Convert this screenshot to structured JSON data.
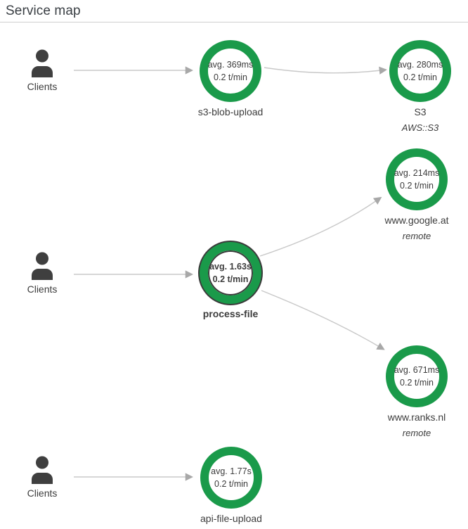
{
  "header": {
    "title": "Service map"
  },
  "colors": {
    "healthy_ring_green": "#1a9a4a",
    "edge_line": "#c8c8c8",
    "arrowhead": "#a8a8a8",
    "selected_outline": "#3a3a3a",
    "text": "#3c3c3c",
    "divider": "#cfcfcf"
  },
  "clients": [
    {
      "label": "Clients"
    },
    {
      "label": "Clients"
    },
    {
      "label": "Clients"
    }
  ],
  "nodes": [
    {
      "id": "s3-blob-upload",
      "latency": "avg. 369ms",
      "rate": "0.2 t/min",
      "label": "s3-blob-upload",
      "sublabel": "",
      "status": "healthy",
      "selected": false
    },
    {
      "id": "S3",
      "latency": "avg. 280ms",
      "rate": "0.2 t/min",
      "label": "S3",
      "sublabel": "AWS::S3",
      "status": "healthy",
      "selected": false
    },
    {
      "id": "www.google.at",
      "latency": "avg. 214ms",
      "rate": "0.2 t/min",
      "label": "www.google.at",
      "sublabel": "remote",
      "status": "healthy",
      "selected": false
    },
    {
      "id": "process-file",
      "latency": "avg. 1.63s",
      "rate": "0.2 t/min",
      "label": "process-file",
      "sublabel": "",
      "status": "healthy",
      "selected": true
    },
    {
      "id": "www.ranks.nl",
      "latency": "avg. 671ms",
      "rate": "0.2 t/min",
      "label": "www.ranks.nl",
      "sublabel": "remote",
      "status": "healthy",
      "selected": false
    },
    {
      "id": "api-file-upload",
      "latency": "avg. 1.77s",
      "rate": "0.2 t/min",
      "label": "api-file-upload",
      "sublabel": "",
      "status": "healthy",
      "selected": false
    }
  ],
  "edges": [
    {
      "from": "Clients",
      "to": "s3-blob-upload"
    },
    {
      "from": "s3-blob-upload",
      "to": "S3"
    },
    {
      "from": "Clients",
      "to": "process-file"
    },
    {
      "from": "process-file",
      "to": "www.google.at"
    },
    {
      "from": "process-file",
      "to": "www.ranks.nl"
    },
    {
      "from": "Clients",
      "to": "api-file-upload"
    }
  ]
}
